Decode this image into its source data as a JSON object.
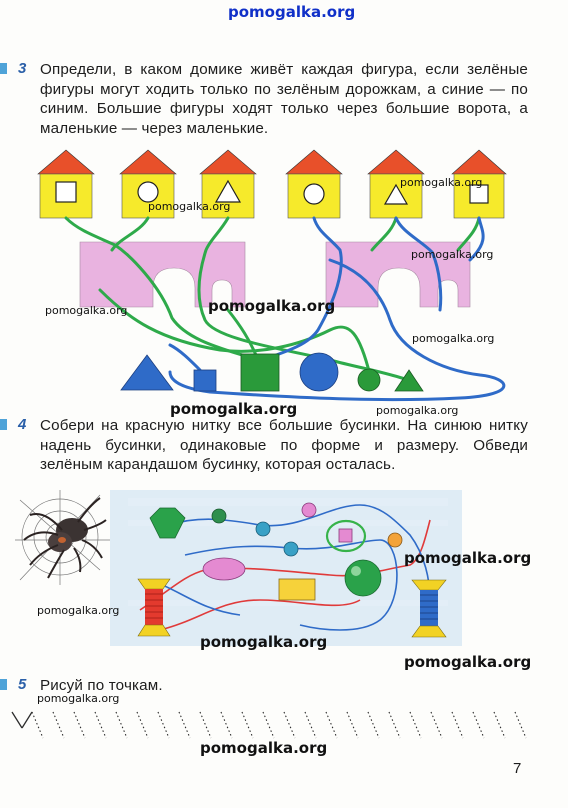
{
  "site": "pomogalka.org",
  "tasks": [
    {
      "number": "3",
      "text": "Определи, в каком домике живёт каждая фигура, если зелёные фигуры могут ходить только по зелёным дорожкам, а синие — по синим. Большие фигуры ходят только через большие ворота, а маленькие — через маленькие."
    },
    {
      "number": "4",
      "text": "Собери на красную нитку все большие бусинки. На синюю нитку надень бусинки, одинаковые по форме и размеру. Обведи зелёным карандашом бусинку, которая осталась."
    },
    {
      "number": "5",
      "text": "Рисуй по точкам."
    }
  ],
  "page_number": "7",
  "colors": {
    "house_wall": "#f6ea2b",
    "roof": "#e8502a",
    "gate": "#e9b3e0",
    "green_path": "#2eaa4a",
    "blue_path": "#2f6bc8",
    "task_number": "#2a5fa8",
    "watermark_top": "#1030c8"
  },
  "houses": [
    "square",
    "circle",
    "triangle",
    "circle",
    "triangle",
    "square"
  ],
  "figures": [
    "big blue triangle",
    "small blue square",
    "big green square",
    "big blue circle",
    "small green circle",
    "small green triangle"
  ],
  "icons": [
    "spider-icon",
    "spool-red-icon",
    "spool-blue-icon"
  ]
}
